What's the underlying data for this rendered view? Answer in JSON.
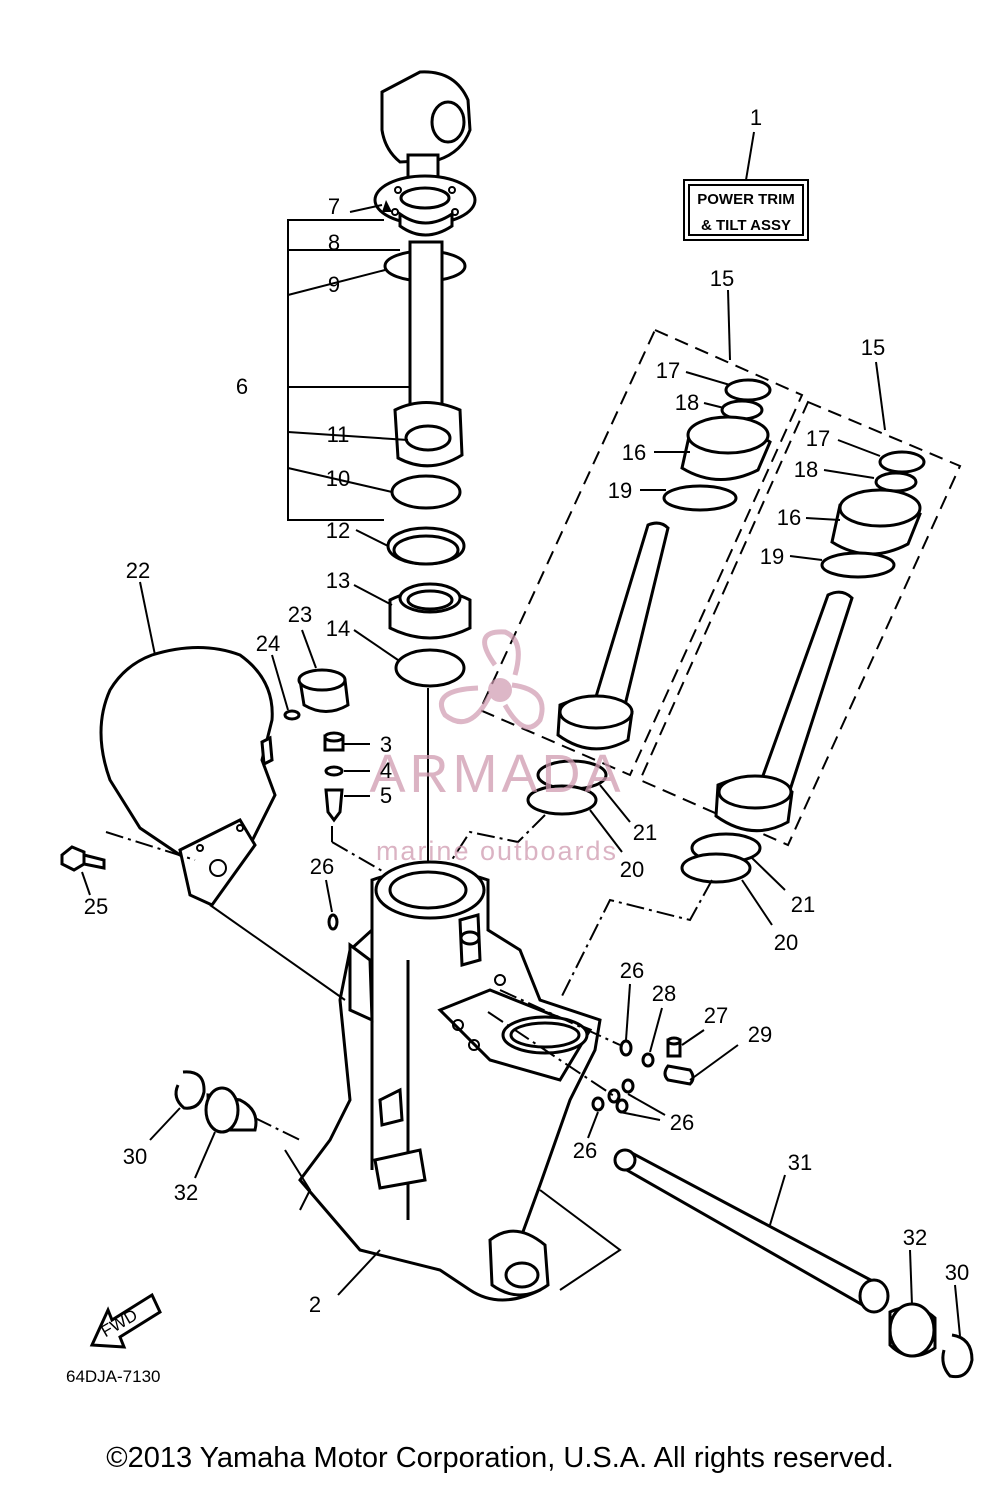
{
  "diagram": {
    "box": {
      "line1": "POWER TRIM",
      "line2": "& TILT ASSY"
    },
    "part_code": "64DJA-7130",
    "fwd_label": "FWD",
    "labels": {
      "l1": "1",
      "l2": "2",
      "l3": "3",
      "l4": "4",
      "l5": "5",
      "l6": "6",
      "l7": "7",
      "l8": "8",
      "l9": "9",
      "l10": "10",
      "l11": "11",
      "l12": "12",
      "l13": "13",
      "l14": "14",
      "l15a": "15",
      "l15b": "15",
      "l16a": "16",
      "l16b": "16",
      "l17a": "17",
      "l17b": "17",
      "l18a": "18",
      "l18b": "18",
      "l19a": "19",
      "l19b": "19",
      "l20a": "20",
      "l20b": "20",
      "l21a": "21",
      "l21b": "21",
      "l22": "22",
      "l23": "23",
      "l24": "24",
      "l25": "25",
      "l26a": "26",
      "l26b": "26",
      "l26c": "26",
      "l26d": "26",
      "l27": "27",
      "l28": "28",
      "l29": "29",
      "l30a": "30",
      "l30b": "30",
      "l31": "31",
      "l32a": "32",
      "l32b": "32"
    }
  },
  "watermark": {
    "brand": "ARMADA",
    "tagline": "marine outboards",
    "color": "#cf9ab0"
  },
  "footer": {
    "copyright": "©2013 Yamaha Motor Corporation, U.S.A. All rights reserved."
  }
}
